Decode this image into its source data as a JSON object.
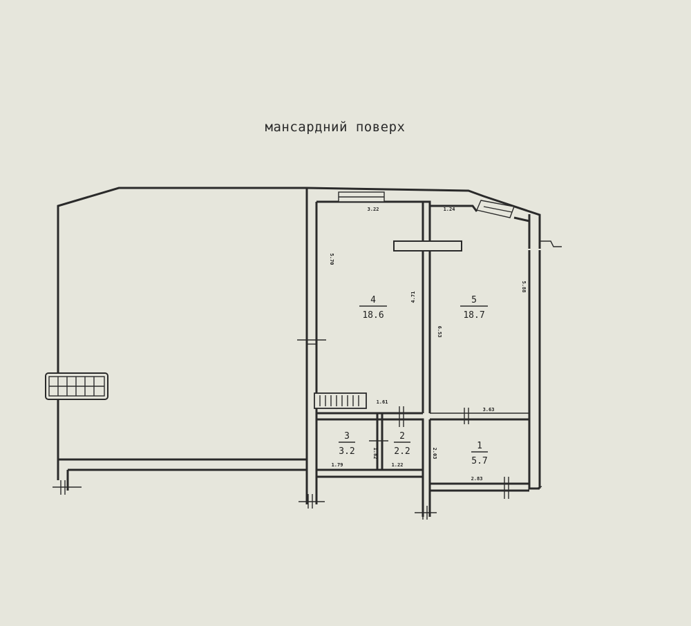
{
  "title": "мансардний поверх",
  "rooms": [
    {
      "number": "1",
      "area": "5.7"
    },
    {
      "number": "2",
      "area": "2.2"
    },
    {
      "number": "3",
      "area": "3.2"
    },
    {
      "number": "4",
      "area": "18.6"
    },
    {
      "number": "5",
      "area": "18.7"
    }
  ],
  "dimensions": {
    "room4_top": "3.22",
    "room4_left": "5.70",
    "room4_right": "4.71",
    "room5_top": "1.24",
    "room5_right": "5.88",
    "room5_left": "6.53",
    "room5_bottom": "3.63",
    "room2_top": "1.61",
    "room2_left": "1.82",
    "room2_bottom": "1.22",
    "room3_bottom": "1.79",
    "room1_left": "2.03",
    "room1_bottom": "2.83"
  }
}
